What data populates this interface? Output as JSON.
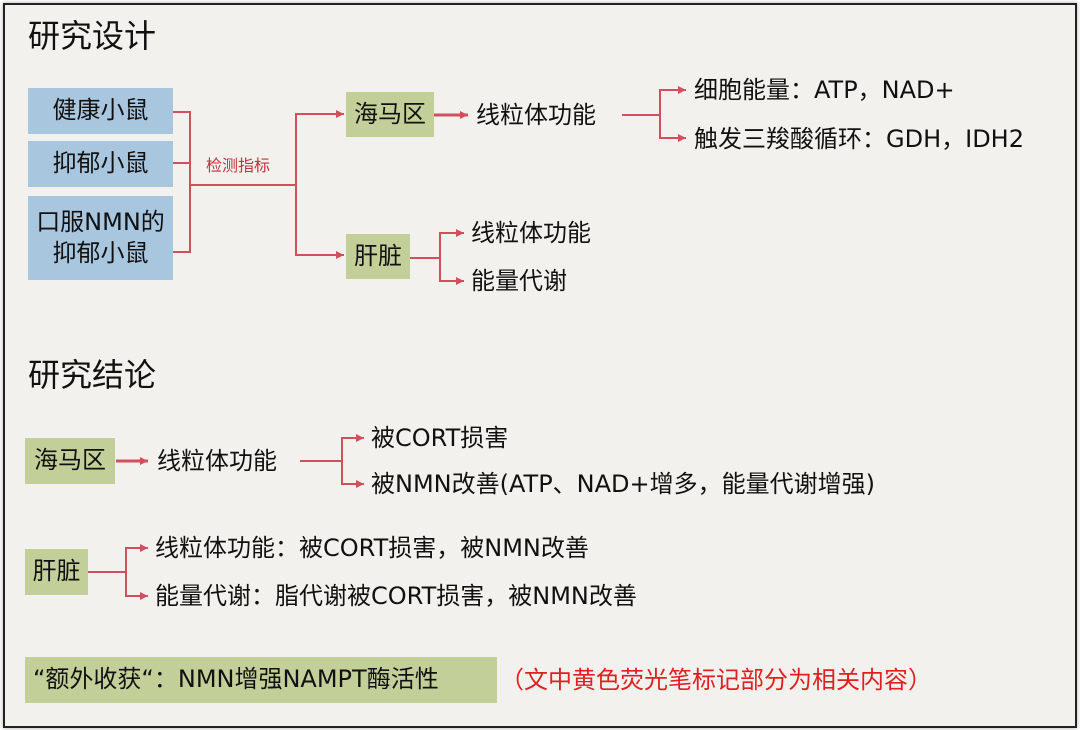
{
  "colors": {
    "background": "#f2f1ee",
    "mouse_box": "#a9c6df",
    "organ_box": "#c3cf98",
    "arrow": "#d0505e",
    "highlight_note": "#e02020"
  },
  "design": {
    "title": "研究设计",
    "groups": [
      "健康小鼠",
      "抑郁小鼠",
      "口服NMN的抑郁小鼠"
    ],
    "measure_label": "检测指标",
    "hippocampus": {
      "label": "海马区",
      "function": "线粒体功能",
      "items": [
        "细胞能量：ATP，NAD+",
        "触发三羧酸循环：GDH，IDH2"
      ]
    },
    "liver": {
      "label": "肝脏",
      "items": [
        "线粒体功能",
        "能量代谢"
      ]
    }
  },
  "conclusion": {
    "title": "研究结论",
    "hippocampus": {
      "label": "海马区",
      "function": "线粒体功能",
      "items": [
        "被CORT损害",
        "被NMN改善(ATP、NAD+增多，能量代谢增强)"
      ]
    },
    "liver": {
      "label": "肝脏",
      "items": [
        "线粒体功能：被CORT损害，被NMN改善",
        "能量代谢：脂代谢被CORT损害，被NMN改善"
      ]
    },
    "bonus": "“额外收获“：NMN增强NAMPT酶活性",
    "note": "（文中黄色荧光笔标记部分为相关内容）"
  }
}
